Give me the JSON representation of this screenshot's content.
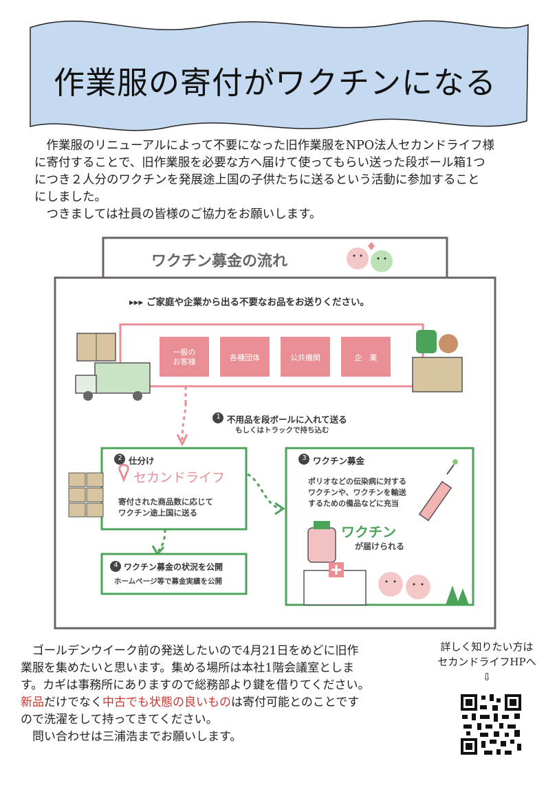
{
  "banner": {
    "title": "作業服の寄付がワクチンになる"
  },
  "intro": {
    "lines": [
      "　作業服のリニューアルによって不要になった旧作業服をNPO法人セカンドライフ様",
      "に寄付することで、旧作業服を必要な方へ届けて使ってもらい送った段ボール箱1つ",
      "につき２人分のワクチンを発展途上国の子供たちに送るという活動に参加すること",
      "にしました。"
    ],
    "closing": "　つきましては社員の皆様のご協力をお願いします。"
  },
  "flow": {
    "title": "ワクチン募金の流れ",
    "subtitle": "▸▸▸ ご家庭や企業から出る不要なお品をお送りください。",
    "donors": [
      "一般の\nお客様",
      "各種団体",
      "公共機関",
      "企　業"
    ],
    "step1_num": "1",
    "step1_main": "不用品を段ボールに入れて送る",
    "step1_sub": "もしくはトラックで持ち込む",
    "step2_num": "2",
    "step2_title": "仕分け",
    "step2_brand": "セカンドライフ",
    "step2_desc1": "寄付された商品数に応じて",
    "step2_desc2": "ワクチン途上国に送る",
    "step3_num": "3",
    "step3_title": "ワクチン募金",
    "step3_desc1": "ポリオなどの伝染病に対する",
    "step3_desc2": "ワクチンや、ワクチンを輸送",
    "step3_desc3": "するための備品などに充当",
    "step3_big": "ワクチン",
    "step3_sub": "が届けられる",
    "step4_num": "4",
    "step4_title": "ワクチン募金の状況を公開",
    "step4_sub": "ホームページ等で募金実績を公開"
  },
  "bottom": {
    "line1": "　ゴールデンウイーク前の発送したいので4月21日をめどに旧作",
    "line2": "業服を集めたいと思います。集める場所は本社1階会議室としま",
    "line3": "す。カギは事務所にありますので総務部より鍵を借りてください。",
    "red1": "新品",
    "mid": "だけでなく",
    "red2": "中古でも状態の良いもの",
    "tail": "は寄付可能とのことです",
    "line5": "ので洗濯をして持ってきてください。",
    "line6": "　問い合わせは三浦浩までお願いします。"
  },
  "qr": {
    "caption1": "詳しく知りたい方は",
    "caption2": "セカンドライフHPへ",
    "arrow": "⇩"
  },
  "colors": {
    "banner_fill": "#c5daf0",
    "pink": "#e98e94",
    "green": "#4ba35a",
    "gray_box": "#6b6363"
  }
}
